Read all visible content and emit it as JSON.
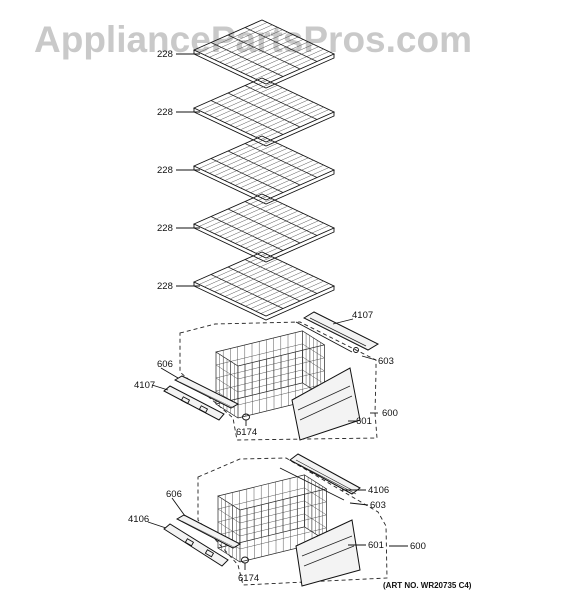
{
  "watermark": "AppliancePartsPros.com",
  "art_no": "(ART NO. WR20735 C4)",
  "shelves": [
    {
      "label": "228"
    },
    {
      "label": "228"
    },
    {
      "label": "228"
    },
    {
      "label": "228"
    },
    {
      "label": "228"
    }
  ],
  "upper_drawer": {
    "rail_right": "4107",
    "rail_left": "4107",
    "cover_right": "603",
    "slide": "606",
    "assembly": "600",
    "front": "601",
    "stop": "6174"
  },
  "lower_drawer": {
    "rail_right": "4106",
    "rail_left": "4106",
    "cover_right": "603",
    "slide": "606",
    "assembly": "600",
    "front": "601",
    "stop": "6174"
  }
}
